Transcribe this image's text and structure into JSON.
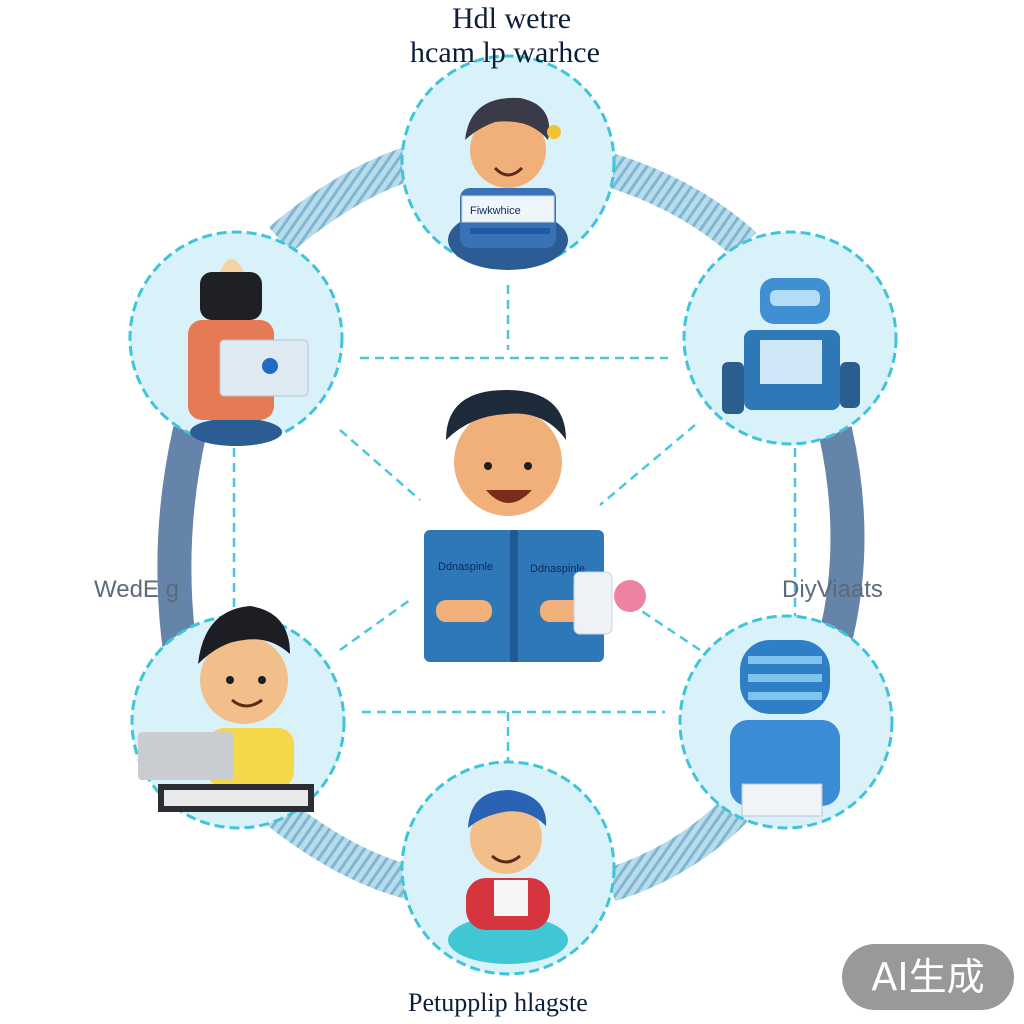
{
  "header": {
    "title_line_1": "Hdl wetre",
    "title_line_2": "hcam lp warhce"
  },
  "side_labels": {
    "left": "WedE g",
    "right": "DiyViaats"
  },
  "footer": {
    "label": "Petupplip hlagste"
  },
  "badge": {
    "text": "AI生成"
  },
  "nodes": [
    {
      "id": "center",
      "caption_1": "Ddnaspinle",
      "caption_2": "Ddnaspinle"
    },
    {
      "id": "top",
      "caption_1": "Fiwkwhice"
    },
    {
      "id": "upper-left"
    },
    {
      "id": "upper-right"
    },
    {
      "id": "lower-left"
    },
    {
      "id": "lower-right"
    },
    {
      "id": "bottom"
    }
  ],
  "colors": {
    "circle_fill": "#d9f1f8",
    "circle_stroke": "#3fc4d9",
    "ring_band": "#4a6f9a",
    "connector": "#4cc6dc",
    "book_blue": "#2e78b8"
  }
}
